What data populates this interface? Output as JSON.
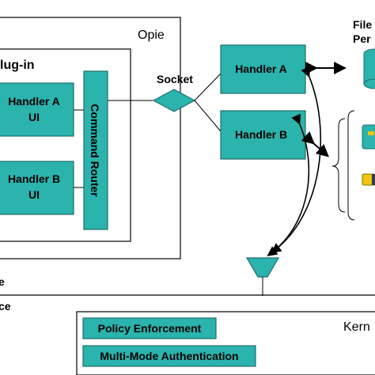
{
  "labels": {
    "opie": "Opie",
    "plugin": "lug-in",
    "socket": "Socket",
    "handler_a_ui_line1": "Handler A",
    "handler_a_ui_line2": "UI",
    "handler_b_ui_line1": "Handler B",
    "handler_b_ui_line2": "UI",
    "command_router": "Command Router",
    "handler_a": "Handler A",
    "handler_b": "Handler B",
    "file_line1": "File",
    "file_line2": "Per",
    "user_space_fragment": "e",
    "kernel_space_fragment": "ce",
    "kernel": "Kern",
    "policy_enforcement": "Policy Enforcement",
    "multi_mode_authentication": "Multi-Mode Authentication"
  },
  "colors": {
    "box_fill": "#2bb3ad",
    "box_stroke": "#1e6f6b",
    "socket_fill": "#2bb3ad",
    "line": "#000000",
    "icon_yellow": "#f1c40f",
    "icon_dark": "#2c3e50"
  }
}
